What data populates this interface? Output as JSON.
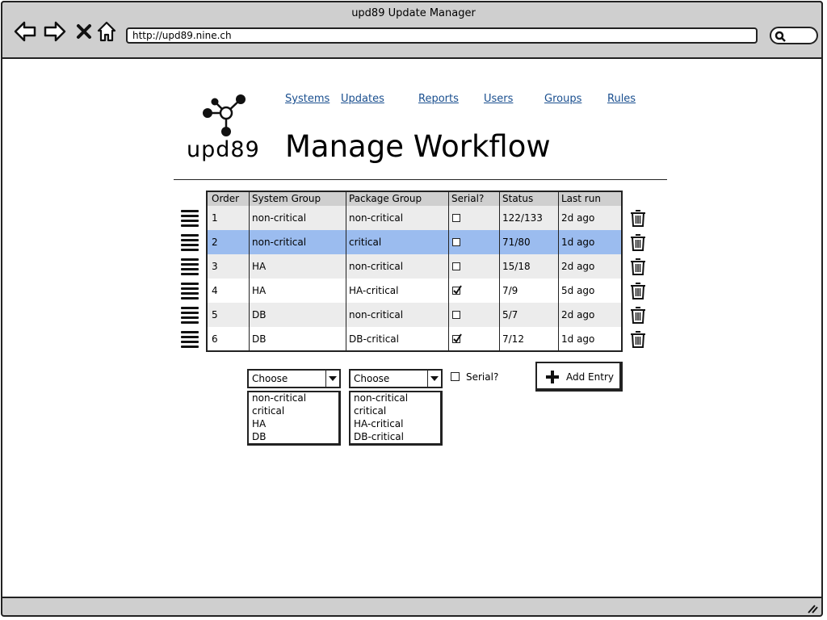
{
  "window": {
    "title": "upd89 Update Manager",
    "url": "http://upd89.nine.ch"
  },
  "logo": {
    "text": "upd89"
  },
  "nav": [
    "Systems",
    "Updates",
    "Reports",
    "Users",
    "Groups",
    "Rules"
  ],
  "page_title": "Manage Workflow",
  "table": {
    "headers": [
      "Order",
      "System Group",
      "Package Group",
      "Serial?",
      "Status",
      "Last run"
    ],
    "rows": [
      {
        "order": "1",
        "system_group": "non-critical",
        "package_group": "non-critical",
        "serial": false,
        "status": "122/133",
        "last_run": "2d ago",
        "selected": false
      },
      {
        "order": "2",
        "system_group": "non-critical",
        "package_group": "critical",
        "serial": false,
        "status": "71/80",
        "last_run": "1d ago",
        "selected": true
      },
      {
        "order": "3",
        "system_group": "HA",
        "package_group": "non-critical",
        "serial": false,
        "status": "15/18",
        "last_run": "2d ago",
        "selected": false
      },
      {
        "order": "4",
        "system_group": "HA",
        "package_group": "HA-critical",
        "serial": true,
        "status": "7/9",
        "last_run": "5d ago",
        "selected": false
      },
      {
        "order": "5",
        "system_group": "DB",
        "package_group": "non-critical",
        "serial": false,
        "status": "5/7",
        "last_run": "2d ago",
        "selected": false
      },
      {
        "order": "6",
        "system_group": "DB",
        "package_group": "DB-critical",
        "serial": true,
        "status": "7/12",
        "last_run": "1d ago",
        "selected": false
      }
    ]
  },
  "add_form": {
    "system_group": {
      "value": "Choose",
      "options": [
        "non-critical",
        "critical",
        "HA",
        "DB"
      ]
    },
    "package_group": {
      "value": "Choose",
      "options": [
        "non-critical",
        "critical",
        "HA-critical",
        "DB-critical"
      ]
    },
    "serial_label": "Serial?",
    "serial_checked": false,
    "add_label": "Add Entry"
  },
  "colors": {
    "selected_row": "#9bbcef",
    "shaded_row": "#ececec",
    "link": "#1a4f8f",
    "chrome": "#cfcfcf"
  },
  "icons": [
    "back-icon",
    "forward-icon",
    "stop-icon",
    "home-icon",
    "search-icon",
    "drag-handle-icon",
    "trash-icon",
    "plus-icon",
    "chevron-down-icon",
    "resize-grip-icon"
  ]
}
